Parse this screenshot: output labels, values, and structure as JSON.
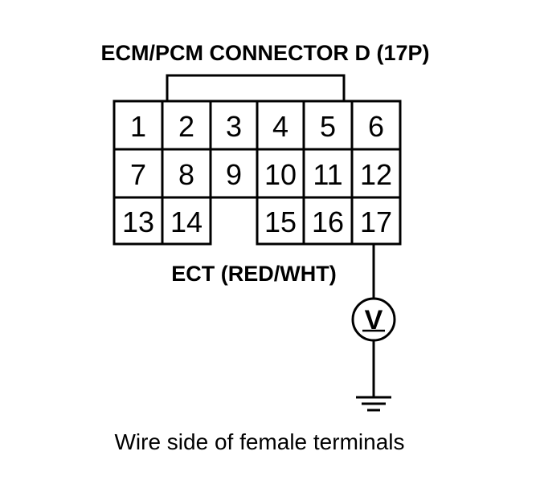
{
  "title": "ECM/PCM CONNECTOR D (17P)",
  "wire_label": "ECT (RED/WHT)",
  "caption": "Wire side of female terminals",
  "meter_symbol": "V",
  "meter_icon": "voltmeter-icon",
  "ground_icon": "ground-icon",
  "connector": {
    "rows": [
      [
        "1",
        "2",
        "3",
        "4",
        "5",
        "6"
      ],
      [
        "7",
        "8",
        "9",
        "10",
        "11",
        "12"
      ],
      [
        "13",
        "14",
        "",
        "15",
        "16",
        "17"
      ]
    ],
    "probe_terminal": "17"
  },
  "colors": {
    "line": "#000000",
    "background": "#ffffff"
  }
}
